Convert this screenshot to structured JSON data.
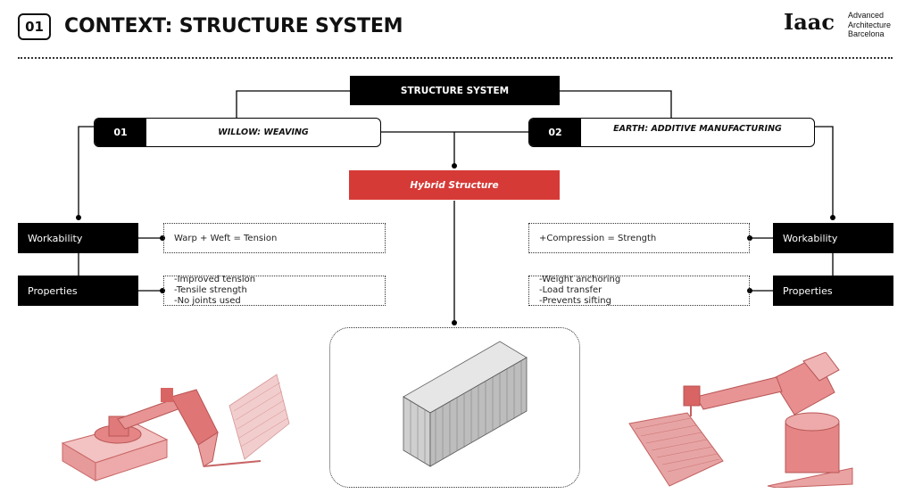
{
  "header": {
    "page_number": "01",
    "title": "CONTEXT: STRUCTURE SYSTEM",
    "logo": {
      "mark": "Iaac",
      "text": "Advanced\nArchitecture\nBarcelona"
    }
  },
  "diagram": {
    "root": "STRUCTURE SYSTEM",
    "hybrid": "Hybrid Structure",
    "left": {
      "number": "01",
      "label": "WILLOW: WEAVING",
      "workability_label": "Workability",
      "workability_text": "Warp + Weft = Tension",
      "properties_label": "Properties",
      "properties_items": [
        "-Improved tension",
        "-Tensile strength",
        "-No joints used"
      ]
    },
    "right": {
      "number": "02",
      "label": "EARTH: ADDITIVE MANUFACTURING",
      "workability_label": "Workability",
      "workability_text": "+Compression = Strength",
      "properties_label": "Properties",
      "properties_items": [
        "-Weight anchoring",
        "-Load transfer",
        "-Prevents sifting"
      ]
    }
  },
  "colors": {
    "accent": "#d63a36",
    "robot": "#e98c8c",
    "dark": "#000000"
  }
}
